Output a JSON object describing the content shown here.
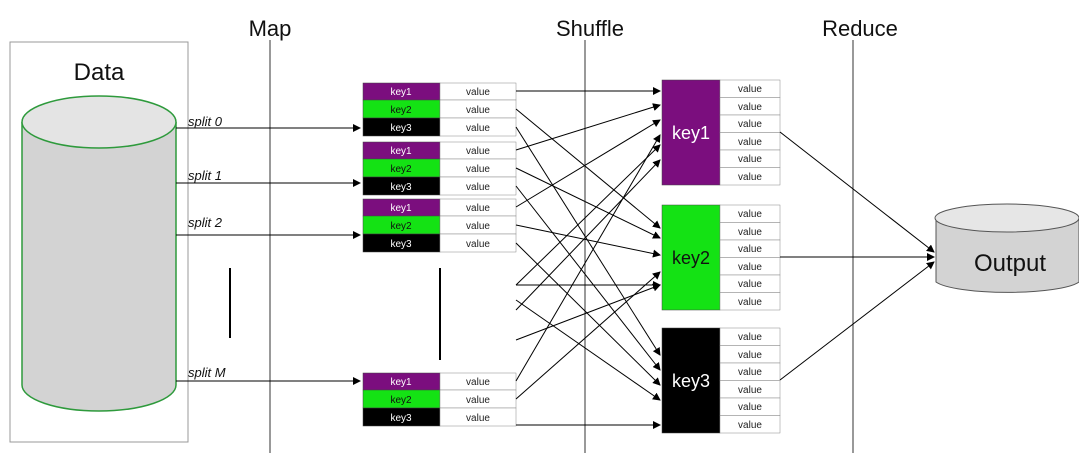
{
  "phases": [
    "Map",
    "Shuffle",
    "Reduce"
  ],
  "data_title": "Data",
  "output_label": "Output",
  "splits": [
    "split 0",
    "split 1",
    "split 2",
    "split M"
  ],
  "map_group_keys": [
    "key1",
    "key2",
    "key3"
  ],
  "value_label": "value",
  "reducers": [
    {
      "key": "key1",
      "color": "#7b0e7e",
      "text_color": "#ffffff"
    },
    {
      "key": "key2",
      "color": "#14e214",
      "text_color": "#111111"
    },
    {
      "key": "key3",
      "color": "#000000",
      "text_color": "#ffffff"
    }
  ],
  "colors": {
    "key1": "#7b0e7e",
    "key2": "#14e214",
    "key3": "#000000",
    "cylinder": "#d3d3d3",
    "cylinder_border": "#2e9a3c"
  }
}
